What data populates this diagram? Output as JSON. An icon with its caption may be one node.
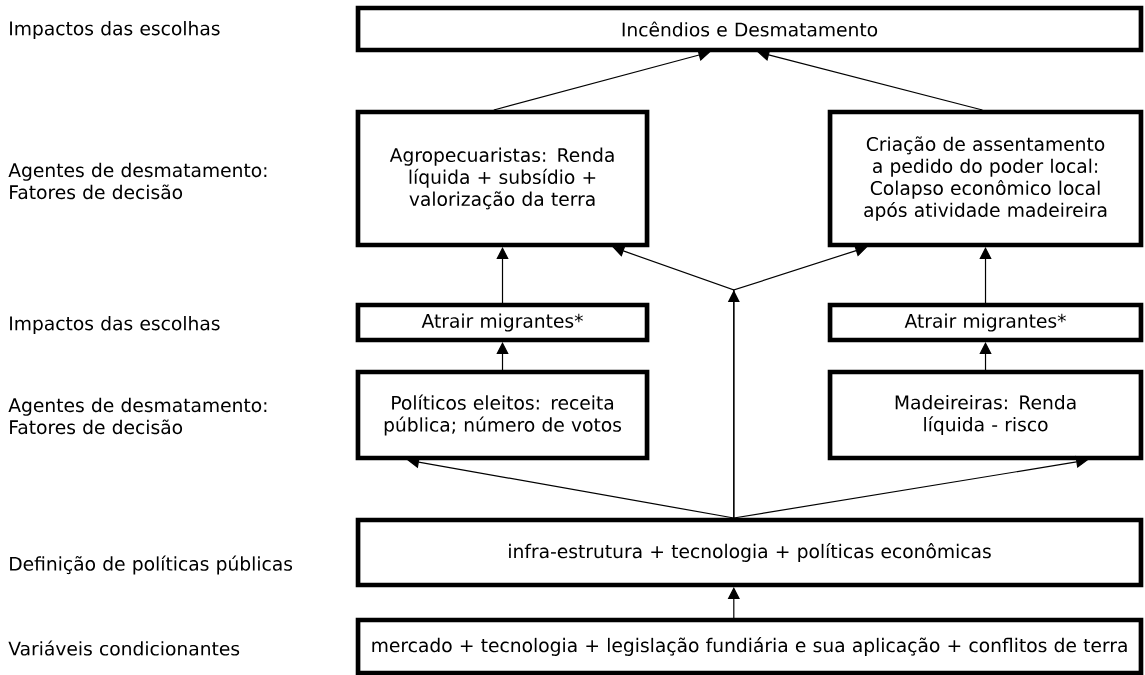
{
  "diagram": {
    "nodes": [
      {
        "text": [
          "Incêndios e Desmatamento"
        ]
      },
      {
        "text": [
          "Agropecuaristas: Renda líquida + subsídio + valorização da terra"
        ]
      },
      {
        "text": [
          "Criação de assentamento a pedido do poder local: Colapso econômico local após atividade madeireira"
        ]
      },
      {
        "text": [
          "Atrair migrantes*"
        ]
      },
      {
        "text": [
          "Atrair migrantes*"
        ]
      },
      {
        "text": [
          "Políticos eleitos: receita pública; número de votos"
        ]
      },
      {
        "text": [
          "Madeireiras: Renda líquida - risco"
        ]
      },
      {
        "text": [
          "infra-estrutura + tecnologia + políticas econômicas"
        ]
      },
      {
        "text": [
          "mercado + tecnologia + legislação fundiária e sua aplicação + conflitos de terra"
        ]
      }
    ],
    "edges": [
      {
        "from": 1,
        "to": 0,
        "arrow": "to"
      },
      {
        "from": 2,
        "to": 0,
        "arrow": "to"
      },
      {
        "from": 3,
        "to": 1,
        "arrow": "to"
      },
      {
        "from": 4,
        "to": 2,
        "arrow": "to"
      },
      {
        "from": 5,
        "to": 3,
        "arrow": "to"
      },
      {
        "from": 6,
        "to": 4,
        "arrow": "to"
      },
      {
        "from": 7,
        "to": 5,
        "arrow": "to"
      },
      {
        "from": 7,
        "to": 6,
        "arrow": "to"
      },
      {
        "from": 7,
        "to": 1,
        "arrow": "to"
      },
      {
        "from": 7,
        "to": 2,
        "arrow": "to"
      },
      {
        "from": 8,
        "to": 7,
        "arrow": "to"
      }
    ],
    "labels": [
      "Impactos das escolhas",
      "Agentes de desmatamento: Fatores de decisão",
      "Impactos das escolhas",
      "Agentes de desmatamento: Fatores de decisão",
      "Definição de políticas públicas",
      "Variáveis condicionantes"
    ]
  }
}
